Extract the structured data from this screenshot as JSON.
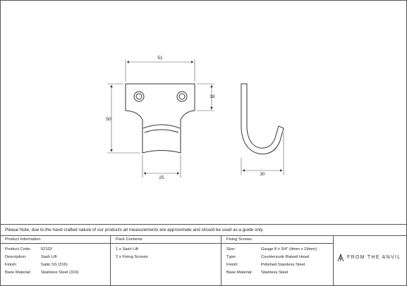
{
  "dimensions": {
    "width_top": "51",
    "height_total": "50",
    "height_plate": "18",
    "width_bottom": "25",
    "hook_depth": "30"
  },
  "note": "Please Note, due to the hand crafted nature of our products all measurements are approximate and should be used as a guide only.",
  "product_information": {
    "heading": "Product Information",
    "rows": [
      {
        "label": "Product Code:",
        "value": "52102"
      },
      {
        "label": "Description:",
        "value": "Sash Lift"
      },
      {
        "label": "Finish:",
        "value": "Satin SS (316)"
      },
      {
        "label": "Base Material:",
        "value": "Stainless Steel (316)"
      }
    ]
  },
  "pack_contents": {
    "heading": "Pack Contents",
    "rows": [
      "1 x Sash Lift",
      "2 x Fixing Screws"
    ]
  },
  "fixing_screws": {
    "heading": "Fixing Screws",
    "rows": [
      {
        "label": "Size:",
        "value": "Gauge 8 x 3/4\" (4mm x 19mm)"
      },
      {
        "label": "Type:",
        "value": "Countersunk Raised Head"
      },
      {
        "label": "Finish:",
        "value": "Polished Stainless Steel"
      },
      {
        "label": "Base Material:",
        "value": "Stainless Steel"
      }
    ]
  },
  "brand": {
    "name": "FROM THE ANVIL"
  }
}
